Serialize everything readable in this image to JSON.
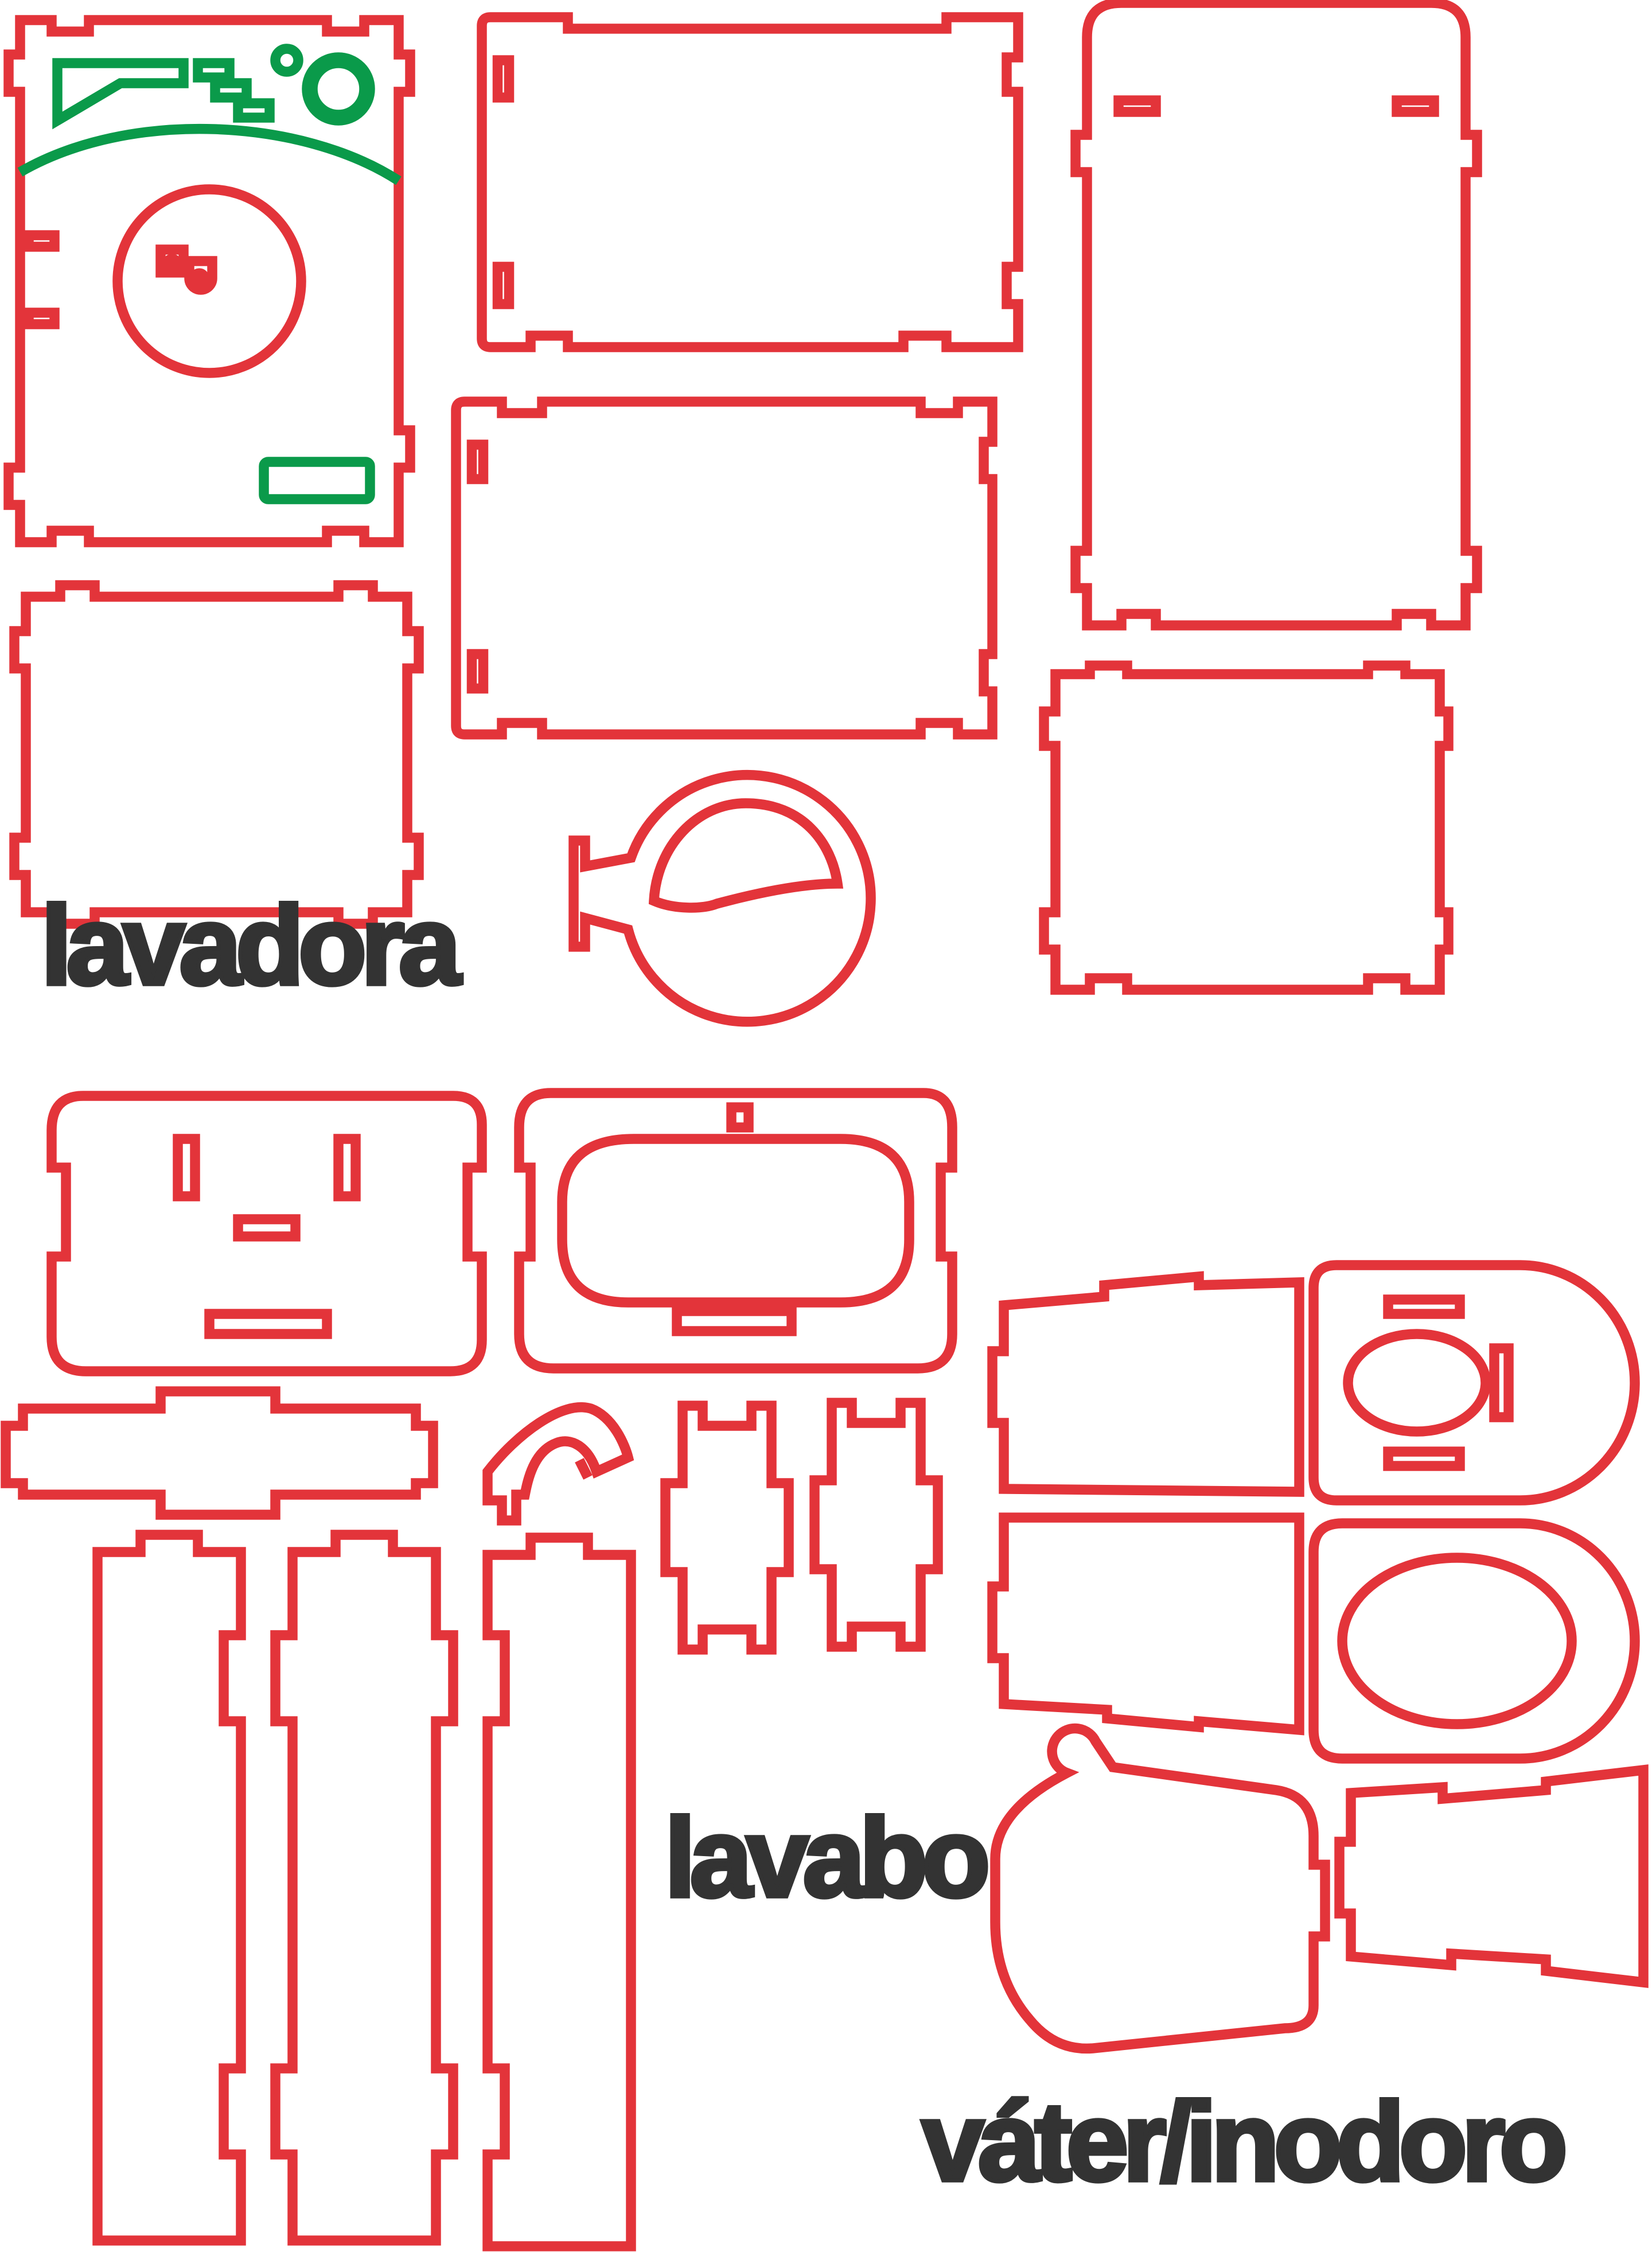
{
  "labels": {
    "washing_machine": "lavadora",
    "sink": "lavabo",
    "toilet": "váter/inodoro"
  },
  "colors": {
    "cut_line": "#e3343a",
    "engrave_line": "#0a9a4a",
    "label_text": "#333333",
    "background": "#ffffff"
  }
}
